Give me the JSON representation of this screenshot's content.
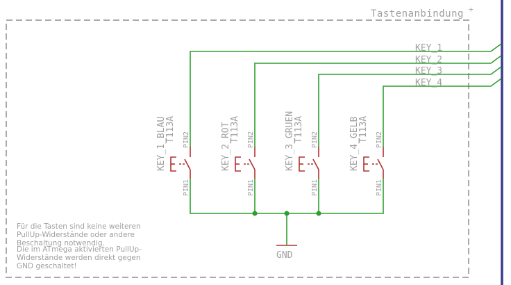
{
  "sheet": {
    "title": "Tastenanbindung",
    "title_marker": "+"
  },
  "nets": [
    "KEY_1",
    "KEY_2",
    "KEY_3",
    "KEY_4"
  ],
  "switches": [
    {
      "name": "KEY_1_BLAU",
      "value": "T113A",
      "pin_top": "PIN2",
      "pin_bottom": "PIN1"
    },
    {
      "name": "KEY_2_ROT",
      "value": "T113A",
      "pin_top": "PIN2",
      "pin_bottom": "PIN1"
    },
    {
      "name": "KEY_3_GRUEN",
      "value": "T113A",
      "pin_top": "PIN2",
      "pin_bottom": "PIN1"
    },
    {
      "name": "KEY_4_GELB",
      "value": "T113A",
      "pin_top": "PIN2",
      "pin_bottom": "PIN1"
    }
  ],
  "ground": {
    "label": "GND"
  },
  "note_lines": [
    "Für die Tasten sind keine weiteren",
    "PullUp-Widerstände oder andere",
    "Beschaltung notwendig.",
    "Die im ATmega aktivierten PullUp-",
    "Widerstände werden direkt gegen",
    "GND geschaltet!"
  ],
  "colors": {
    "wire": "#2e9e2e",
    "symbol": "#b03030",
    "text": "#a0a0a0",
    "frame": "#aaaaaa",
    "bus": "#3a3a8c"
  }
}
